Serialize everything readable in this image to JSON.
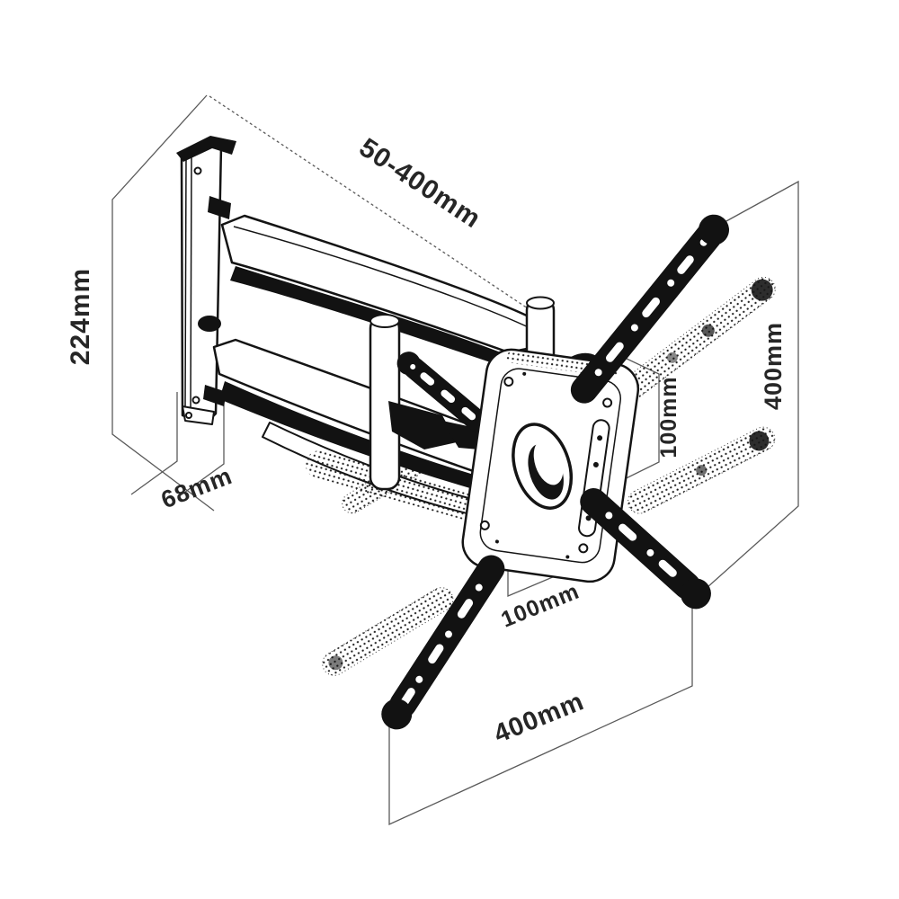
{
  "figure": {
    "title": "Articulating TV wall-mount bracket - dimensioned technical line drawing",
    "background_color": "#ffffff",
    "drawing_line_color": "#141414",
    "dimension_line_color": "#5a5a5a",
    "text_color": "#262626"
  },
  "dimensions": {
    "extension_range": "50-400mm",
    "wall_plate_height": "224mm",
    "wall_plate_depth": "68mm",
    "vesa_min_height": "100mm",
    "vesa_min_width": "100mm",
    "vesa_max_height": "400mm",
    "vesa_max_width": "400mm"
  }
}
